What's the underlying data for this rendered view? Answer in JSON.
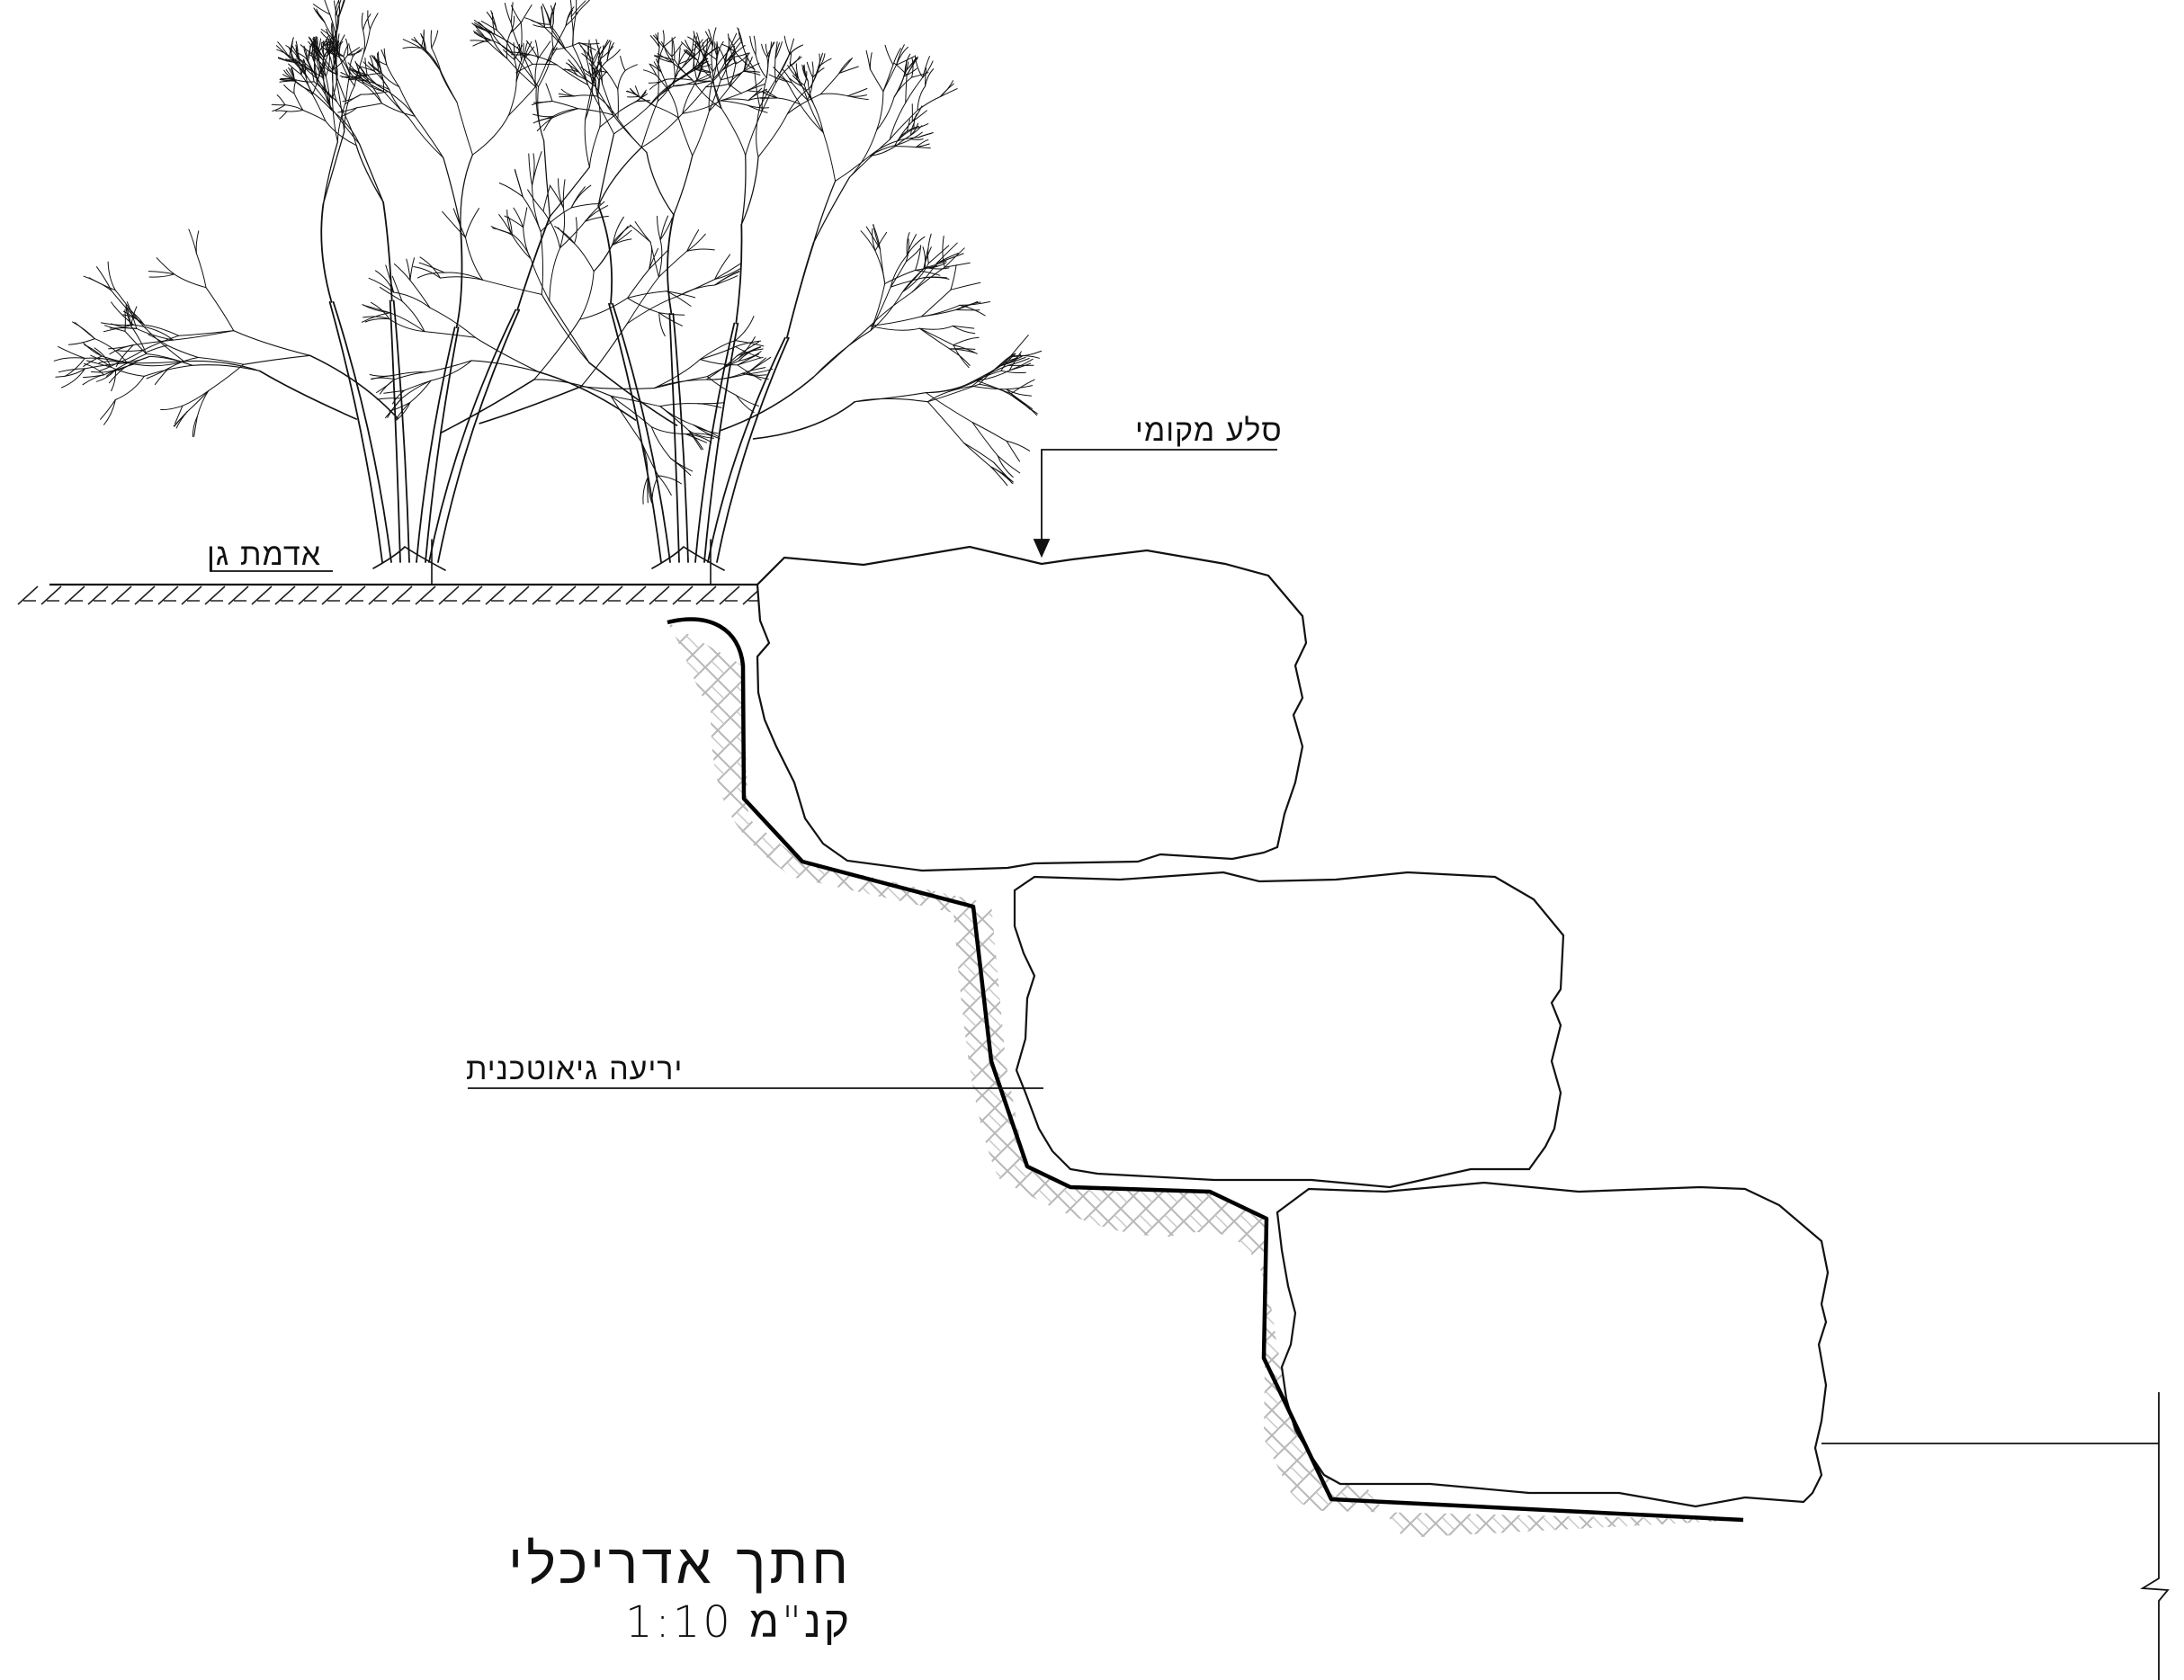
{
  "labels": {
    "garden_soil": "אדמת גן",
    "local_rock": "סלע מקומי",
    "geotextile": "יריעה גיאוטכנית"
  },
  "title": {
    "main": "חתך אדריכלי",
    "scale": "קנ\"מ 1:10"
  },
  "colors": {
    "line": "#111111",
    "hatch": "#b8b8b8",
    "geotextile": "#000000"
  }
}
